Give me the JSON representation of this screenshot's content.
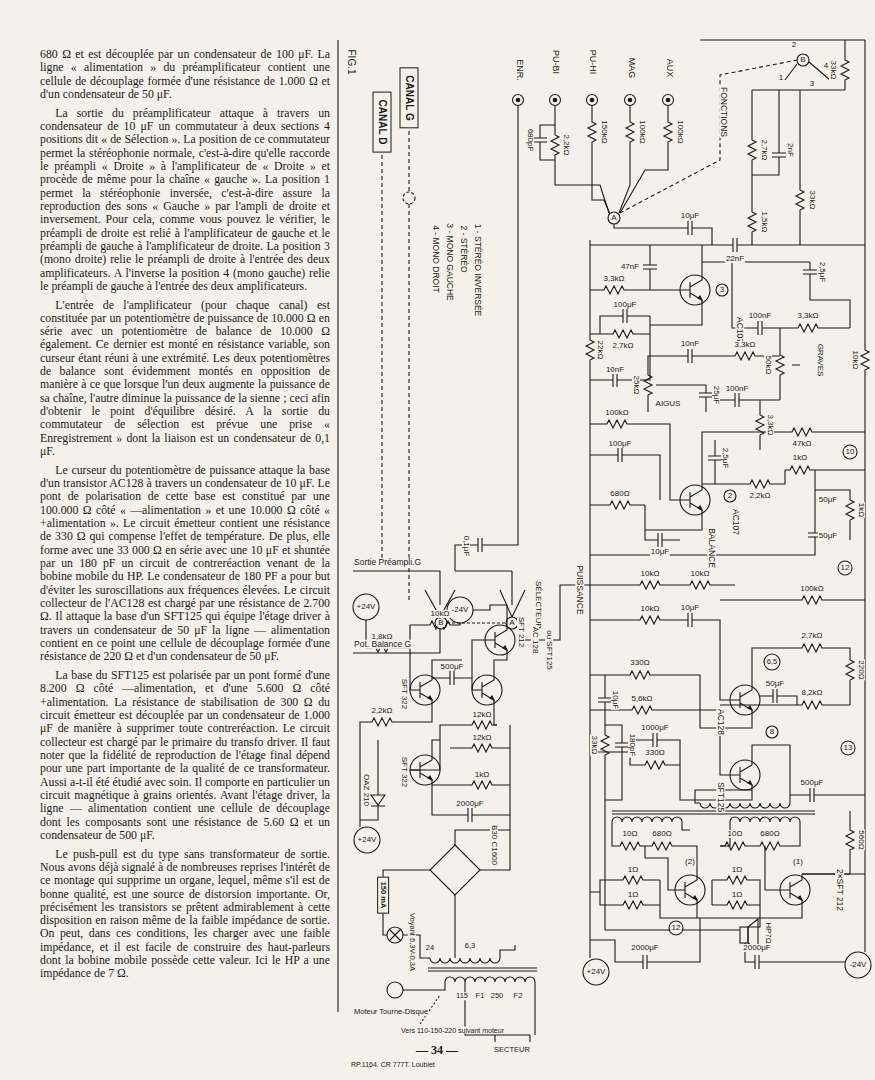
{
  "diagram": {
    "nodes": [
      {
        "text": [
          "CANAL D"
        ]
      },
      {
        "text": [
          "CANAL G"
        ]
      },
      {
        "text": [
          "150 mA"
        ]
      }
    ],
    "labels": [
      "680 Ω et est découplée par un condensateur de 100 μF. La ligne « alimentation » du préamplificateur contient une cellule de découplage formée d'une résistance de 1.000 Ω et d'un condensateur de 50 μF.",
      "La sortie du préamplificateur attaque à travers un condensateur de 10 μF un commutateur à deux sections 4 positions dit « de Sélection ». La position de ce commutateur permet la stéréophonie normale, c'est-à-dire qu'elle raccorde le préampli « Droite » à l'amplificateur de « Droite » et procède de même pour la chaîne « gauche ». La position 1 permet la stéréophonie inversée, c'est-à-dire assure la reproduction des sons « Gauche » par l'ampli de droite et inversement. Pour cela, comme vous pouvez le vérifier, le préampli de droite est relié à l'amplificateur de gauche et le préampli de gauche à l'amplificateur de droite. La position 3 (mono droite) relie le préampli de droite à l'entrée des deux amplificateurs. A l'inverse la position 4 (mono gauche) relie le préampli de gauche à l'entrée des deux amplificateurs.",
      "L'entrée de l'amplificateur (pour chaque canal) est constituée par un potentiomètre de puissance de 10.000 Ω en série avec un potentiomètre de balance de 10.000 Ω également. Ce dernier est monté en résistance variable, son curseur étant réuni à une extrémité. Les deux potentiomètres de balance sont évidemment montés en opposition de manière à ce que lorsque l'un deux augmente la puissance de sa chaîne, l'autre diminue la puissance de la sienne ; ceci afin d'obtenir le point d'équilibre désiré. A la sortie du commutateur de sélection est prévue une prise « Enregistrement » dont la liaison est un condensateur de 0,1 μF.",
      "Le curseur du potentiomètre de puissance attaque la base d'un transistor AC128 à travers un condensateur de 10 μF. Le pont de polarisation de cette base est constitué par une 100.000 Ω côté « —alimentation » et une 10.000 Ω côté « +alimentation ». Le circuit émetteur contient une résistance de 330 Ω qui compense l'effet de température. De plus, elle forme avec une 33 000 Ω en série avec une 10 μF et shuntée par un 180 pF un circuit de contreréaction venant de la bobine mobile du HP. Le condensateur de 180 PF a pour but d'éviter les suroscillations aux fréquences élevées. Le circuit collecteur de l'AC128 est chargé par une résistance de 2.700 Ω. Il attaque la base d'un SFT125 qui équipe l'étage driver à travers un condensateur de 50 μF la ligne — alimentation contient en ce point une cellule de découplage formée d'une résistance de 220 Ω et d'un condensateur de 50 μF.",
      "La base du SFT125 est polarisée par un pont formé d'une 8.200 Ω côté —alimentation, et d'une 5.600 Ω côté +alimentation. La résistance de stabilisation de 300 Ω du circuit émetteur est découplée par un condensateur de 1.000 μF de manière à supprimer toute contreréaction. Le circuit collecteur est chargé par le primaire du transfo driver. Il faut noter que la fidélité de reproduction de l'étage final dépend pour une part importante de la qualité de ce transformateur. Aussi a-t-il été étudié avec soin. Il comporte en particulier un circuit magnétique à grains orientés. Avant l'étage driver, la ligne — alimentation contient une cellule de découplage dont les composants sont une résistance de 5.60 Ω et un condensateur de 500 μF.",
      "Le push-pull est du type sans transformateur de sortie. Nous avons déjà signalé à de nombreuses reprises l'intérêt de ce montage qui supprime un organe, lequel, même s'il est de bonne qualité, est une source de distorsion importante. Or, précisément les transistors se prêtent admirablement à cette disposition en raison même de la faible impédance de sortie. On peut, dans ces conditions, les charger avec une faible impédance, et il est facile de construire des haut-parleurs dont la bobine mobile possède cette valeur. Ici le HP a une impédance de 7 Ω.",
      "— 34 —",
      "FIG.1",
      "1 - STÉRÉO INVERSÉE",
      "2 - STÉRÉO",
      "3 - MONO GAUCHE",
      "4 - MONO DROIT",
      "0,1μF",
      "ENR.",
      "PU-BI",
      "PU-HI",
      "MAG",
      "AUX",
      "2,2kΩ",
      "680pF",
      "150kΩ",
      "100kΩ",
      "100kΩ",
      "FONCTIONS",
      "B",
      "1",
      "2",
      "3",
      "4",
      "A",
      "2,7kΩ",
      "2nF",
      "33kΩ",
      "33kΩ",
      "1,5kΩ",
      "47nF",
      "10μF",
      "3,3kΩ",
      "22nF",
      "2,5μF",
      "100μF",
      "2,7kΩ",
      "10nF",
      "AC107",
      "3",
      "100nF",
      "3,3kΩ",
      "10nF",
      "3,3kΩ",
      "50kΩ",
      "GRAVES",
      "25kΩ",
      "AIGUS",
      "25μF",
      "100nF",
      "3,3kΩ",
      "10kΩ",
      "22kΩ",
      "100kΩ",
      "47kΩ",
      "100μF",
      "2,5μF",
      "AC107",
      "2",
      "1kΩ",
      "10",
      "680Ω",
      "2,2kΩ",
      "10μF",
      "50μF",
      "1kΩ",
      "50μF",
      "Sortie Préampli.G",
      "SÉLECTEUR",
      "Pot. Balance G",
      "PUISSANCE",
      "BALANCE",
      "10kΩ",
      "10kΩ",
      "10μF",
      "10kΩ",
      "12",
      "100kΩ",
      "AC128",
      "6,5",
      "2,7kΩ",
      "220Ω",
      "330Ω",
      "50μF",
      "5,6kΩ",
      "8,2kΩ",
      "1000μF",
      "SFT125",
      "8",
      "330Ω",
      "13",
      "500μF",
      "10μF",
      "33kΩ",
      "180pF",
      "560Ω",
      "10Ω",
      "680Ω",
      "10Ω",
      "680Ω",
      "1Ω",
      "1Ω",
      "1Ω",
      "1Ω",
      "(2)",
      "(1)",
      "2×SFT 212",
      "12",
      "HP7Ω",
      "2000μF",
      "2000μF",
      "+24V",
      "-24V",
      "+24V",
      "-24V",
      "1,8kΩ",
      "10kΩ",
      "SFT 212",
      "AC 128",
      "ou SFT125",
      "500μF",
      "SFT 322",
      "SFT 322",
      "2,2kΩ",
      "12kΩ",
      "12kΩ",
      "OAZ 210",
      "1kΩ",
      "2000μF",
      "+24V",
      "B30 C1600",
      "Voyant 6,3V-0,3A",
      "Moteur Tourne-Disque",
      "24",
      "6,3",
      "115",
      "F1",
      "250",
      "F2",
      "Vers 110-150-220 suivant moteur",
      "SECTEUR",
      "RP.1164. CR 777T. Loubiet",
      "B",
      "A"
    ]
  }
}
